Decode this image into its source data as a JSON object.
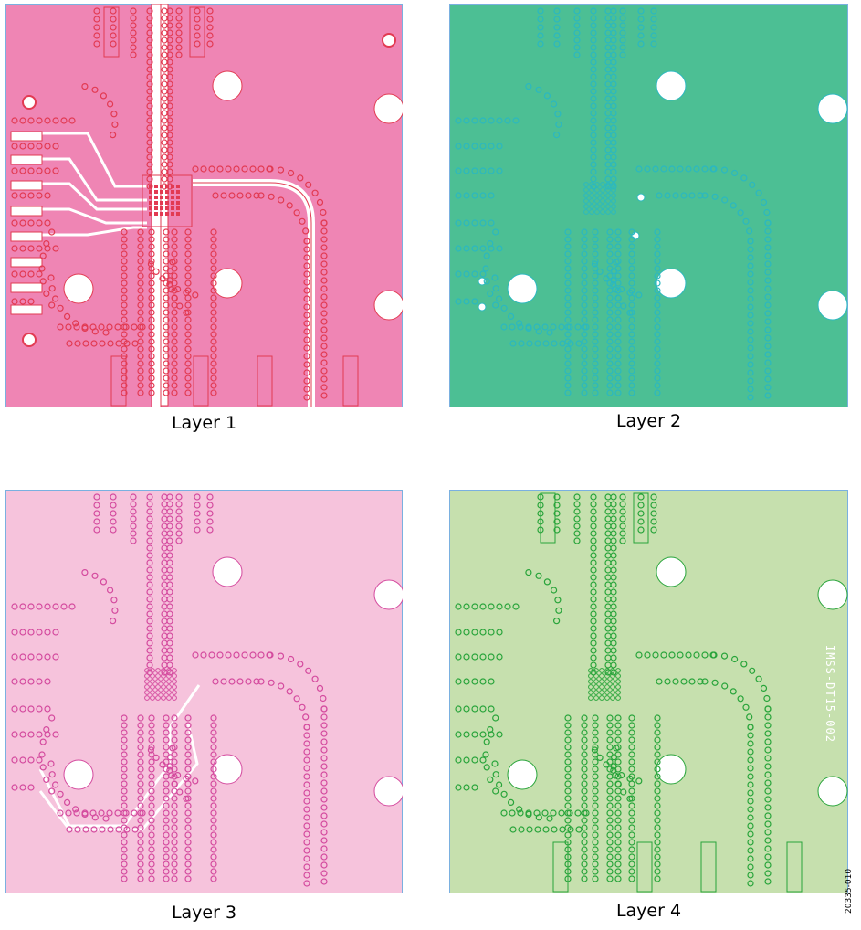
{
  "layers": [
    {
      "id": "layer1",
      "caption": "Layer 1",
      "fill": "#ef85b4",
      "via": "#e23a52",
      "trace": "#ffffff",
      "pad": "#e23a52"
    },
    {
      "id": "layer2",
      "caption": "Layer 2",
      "fill": "#4cbf94",
      "via": "#2bb8c0",
      "trace": "#ffffff",
      "pad": "#2bb8c0"
    },
    {
      "id": "layer3",
      "caption": "Layer 3",
      "fill": "#f6c3dc",
      "via": "#d44a9e",
      "trace": "#ffffff",
      "pad": "#d44a9e"
    },
    {
      "id": "layer4",
      "caption": "Layer 4",
      "fill": "#c6e0ae",
      "via": "#28a43a",
      "trace": "#ffffff",
      "pad": "#28a43a"
    }
  ],
  "board_label": "IMSS-DT15-002",
  "figure_id": "20335-010",
  "border_color": "#7ab0e0"
}
